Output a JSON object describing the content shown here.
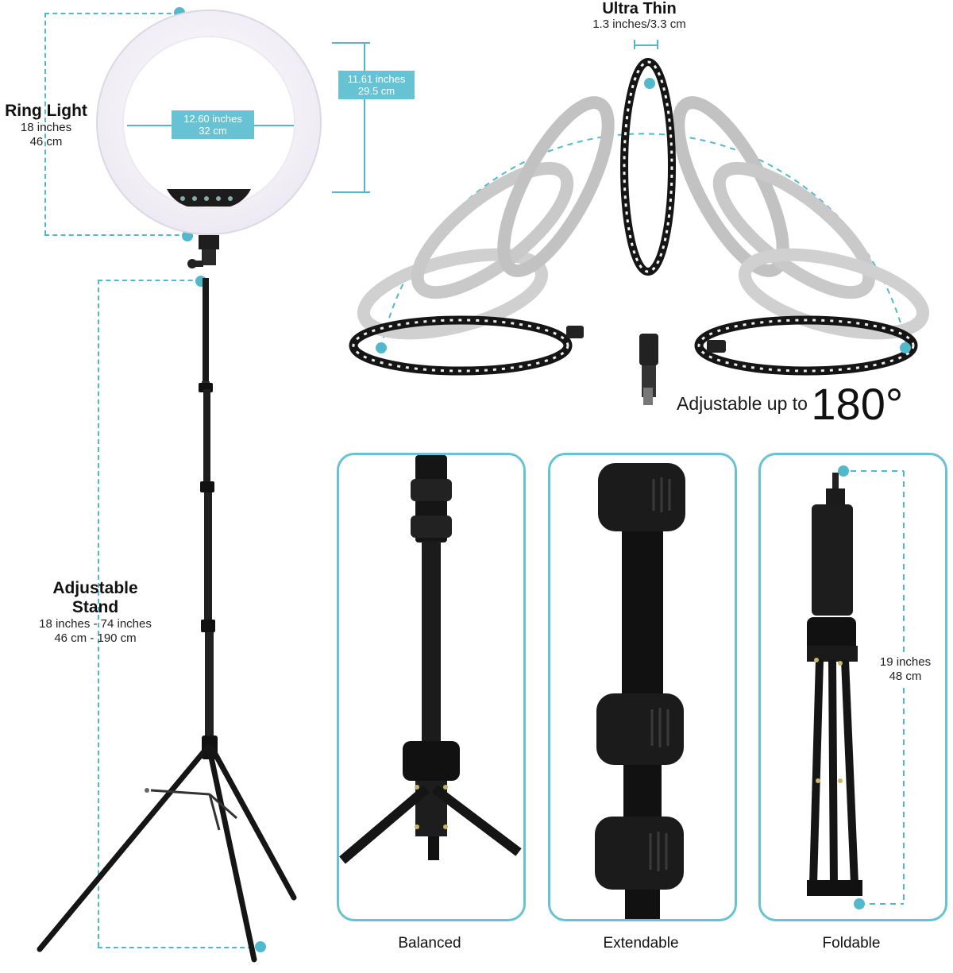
{
  "ring_light": {
    "title": "Ring Light",
    "size_in": "18 inches",
    "size_cm": "46 cm",
    "inner_width_in": "12.60 inches",
    "inner_width_cm": "32 cm",
    "inner_height_in": "11.61 inches",
    "inner_height_cm": "29.5 cm"
  },
  "ultra_thin": {
    "title": "Ultra Thin",
    "size": "1.3 inches/3.3 cm"
  },
  "adjustable": {
    "prefix": "Adjustable up to",
    "angle": "180°"
  },
  "stand": {
    "title_line1": "Adjustable",
    "title_line2": "Stand",
    "range_in": "18 inches - 74 inches",
    "range_cm": "46 cm - 190 cm"
  },
  "foldable_height": {
    "in": "19 inches",
    "cm": "48 cm"
  },
  "panels": [
    {
      "caption": "Balanced"
    },
    {
      "caption": "Extendable"
    },
    {
      "caption": "Foldable"
    }
  ],
  "colors": {
    "accent": "#52b9cc",
    "tag": "#67c3d3"
  }
}
